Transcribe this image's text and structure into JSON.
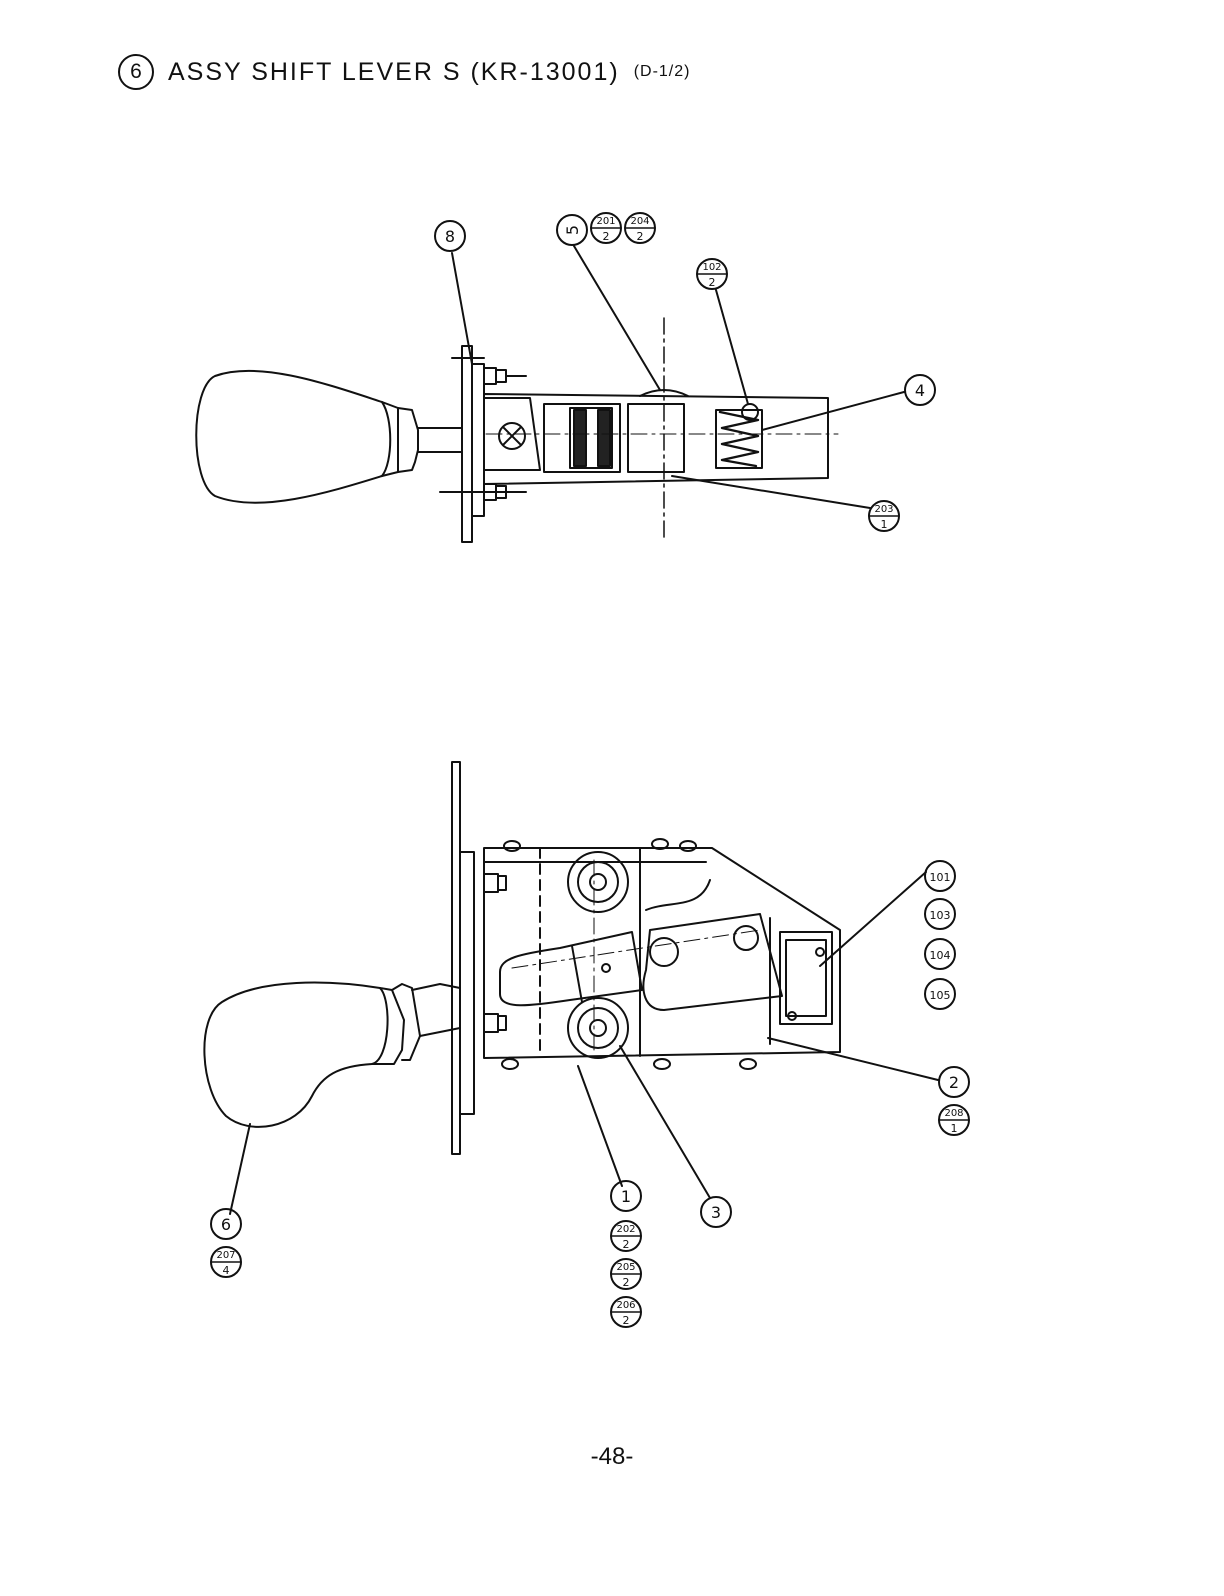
{
  "title": {
    "number": "6",
    "text": "ASSY SHIFT LEVER S (KR-13001)",
    "sheet": "(D-1/2)"
  },
  "page_number": "-48-",
  "top_view": {
    "callouts": {
      "c8": "8",
      "c5": "5",
      "f201": {
        "top": "201",
        "bottom": "2"
      },
      "f204": {
        "top": "204",
        "bottom": "2"
      },
      "f102": {
        "top": "102",
        "bottom": "2"
      },
      "c4": "4",
      "f203": {
        "top": "203",
        "bottom": "1"
      }
    }
  },
  "side_view": {
    "callouts": {
      "c101": "101",
      "c103": "103",
      "c104": "104",
      "c105": "105",
      "c2": "2",
      "f208": {
        "top": "208",
        "bottom": "1"
      },
      "c6": "6",
      "f207": {
        "top": "207",
        "bottom": "4"
      },
      "c1": "1",
      "c3": "3",
      "f202": {
        "top": "202",
        "bottom": "2"
      },
      "f205": {
        "top": "205",
        "bottom": "2"
      },
      "f206": {
        "top": "206",
        "bottom": "2"
      }
    }
  }
}
